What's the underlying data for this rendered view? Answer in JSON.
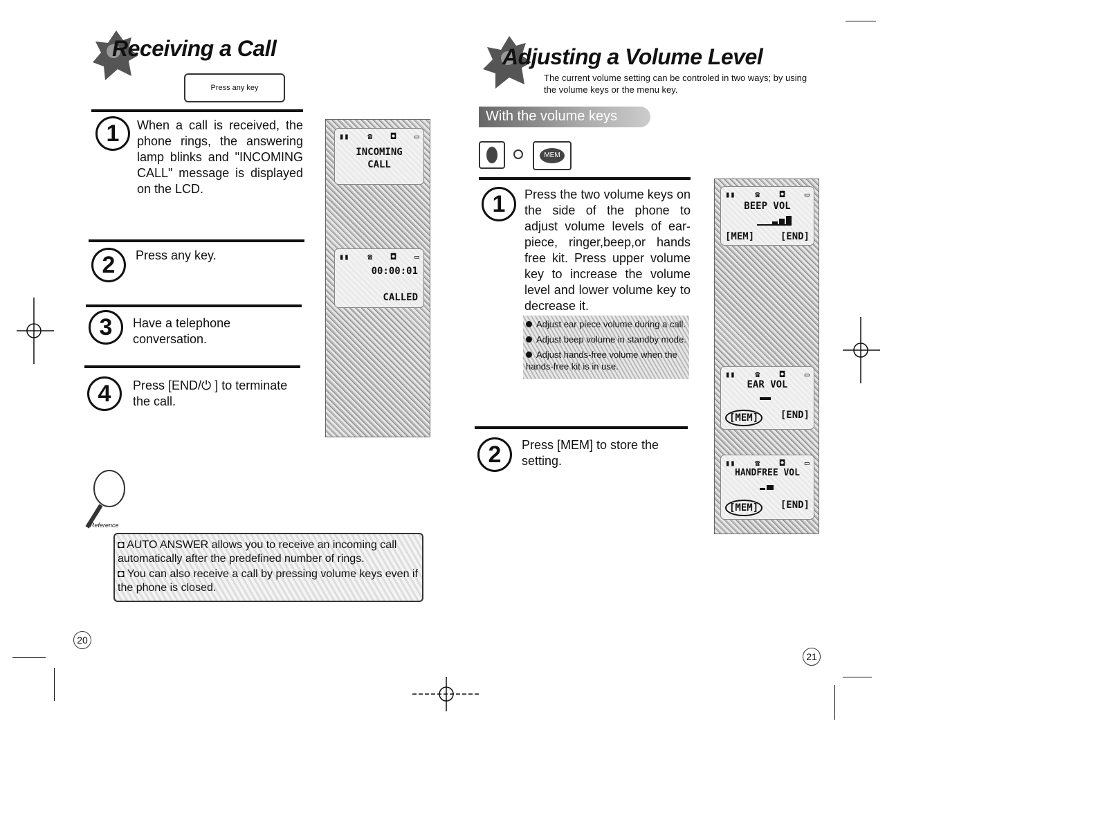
{
  "left": {
    "title": "Receiving a Call",
    "display_label": "Press any key",
    "steps": [
      {
        "num": "1",
        "text": "When a call is received, the phone rings, the answering lamp blinks and \"INCOMING CALL\" message is displayed on the LCD."
      },
      {
        "num": "2",
        "text": "Press any key."
      },
      {
        "num": "3",
        "text": "Have a telephone conversation."
      },
      {
        "num": "4",
        "text": "Press [END/⏻ ] to terminate the call."
      }
    ],
    "lcd1": {
      "line1": "INCOMING",
      "line2": "CALL"
    },
    "lcd2": {
      "time": "00:00:01",
      "status": "CALLED"
    },
    "reference_label": "Reference",
    "reference_items": [
      "AUTO ANSWER allows you to receive an incoming call automatically after the predefined number of rings.",
      "You can also receive a call by pressing volume keys even if the phone is closed."
    ],
    "page_number": "20"
  },
  "right": {
    "title": "Adjusting a Volume Level",
    "intro": "The current volume setting can be controled in two ways; by using the volume keys or the menu key.",
    "banner": "With the volume keys",
    "key_mem": "MEM",
    "steps": [
      {
        "num": "1",
        "text": "Press the two volume keys on the side of the phone to adjust volume levels of ear-piece, ringer,beep,or hands free kit. Press upper volume key to increase the volume level and lower volume key to decrease it."
      },
      {
        "num": "2",
        "text": "Press [MEM] to store the setting."
      }
    ],
    "tips": [
      "Adjust ear piece volume during a call.",
      "Adjust beep volume in standby mode.",
      "Adjust hands-free volume when the hands-free kit is in use."
    ],
    "lcd1": {
      "title": "BEEP VOL",
      "left": "[MEM]",
      "right": "[END]"
    },
    "lcd2": {
      "title": "EAR VOL",
      "left": "[MEM]",
      "right": "[END]"
    },
    "lcd3": {
      "title": "HANDFREE VOL",
      "left": "[MEM]",
      "right": "[END]"
    },
    "page_number": "21"
  }
}
